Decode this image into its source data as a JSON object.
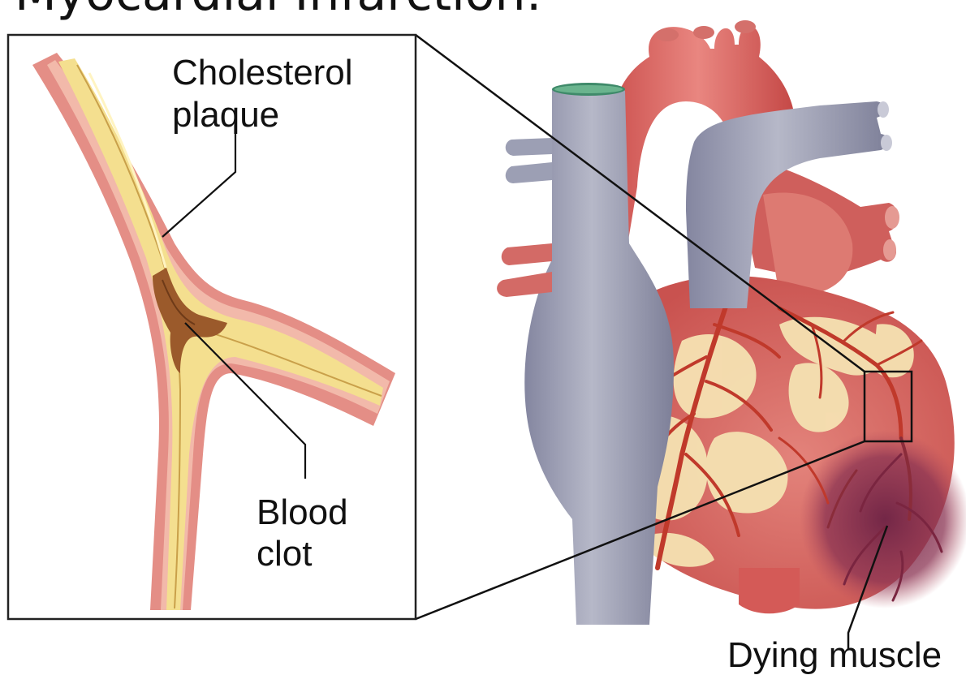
{
  "title": "Myocardial Infarction:",
  "labels": {
    "cholesterol_line1": "Cholesterol",
    "cholesterol_line2": "plaque",
    "clot_line1": "Blood",
    "clot_line2": "clot",
    "dying_muscle": "Dying muscle"
  },
  "colors": {
    "artery_wall": "#e48e86",
    "artery_wall_stripe": "#f2b9aa",
    "plaque": "#f3e095",
    "clot": "#9b5a2b",
    "heart": "#d9625d",
    "vein": "#9a9cb0",
    "fat": "#f4e2b4",
    "vessel": "#c23a2e",
    "infarct": "#7e2e4a"
  }
}
